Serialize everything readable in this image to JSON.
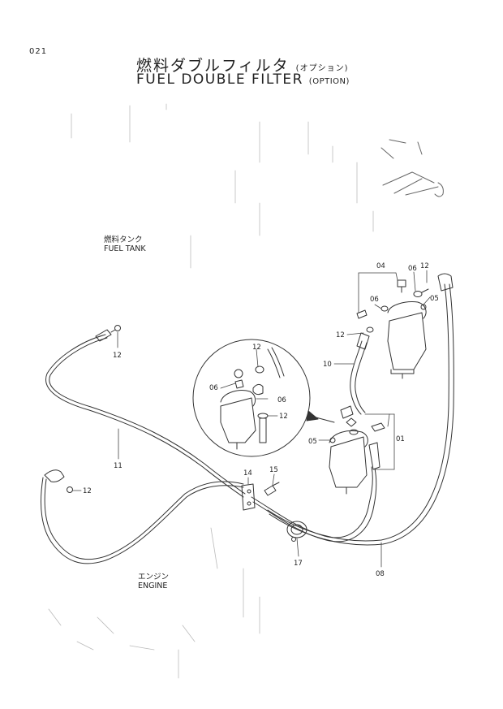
{
  "page_number": "021",
  "title": {
    "japanese": "燃料ダブルフィルタ",
    "japanese_option": "(オプション)",
    "english": "FUEL DOUBLE FILTER",
    "english_option": "(OPTION)"
  },
  "labels": {
    "fuel_tank_jp": "燃料タンク",
    "fuel_tank_en": "FUEL TANK",
    "engine_jp": "エンジン",
    "engine_en": "ENGINE"
  },
  "callouts": {
    "c01": "01",
    "c04": "04",
    "c05a": "05",
    "c05b": "05",
    "c06a": "06",
    "c06b": "06",
    "c06c": "06",
    "c06d": "06",
    "c08": "08",
    "c10": "10",
    "c11": "11",
    "c12a": "12",
    "c12b": "12",
    "c12c": "12",
    "c12d": "12",
    "c12e": "12",
    "c12f": "12",
    "c14": "14",
    "c15": "15",
    "c17": "17"
  }
}
